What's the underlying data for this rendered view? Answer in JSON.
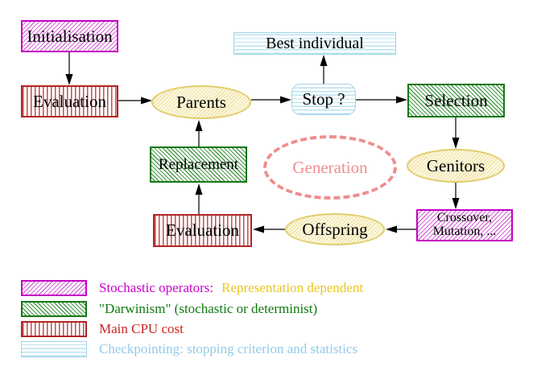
{
  "nodes": {
    "initialisation": "Initialisation",
    "evaluation_top": "Evaluation",
    "parents": "Parents",
    "best_individual": "Best individual",
    "stop": "Stop ?",
    "selection": "Selection",
    "replacement": "Replacement",
    "generation": "Generation",
    "genitors": "Genitors",
    "crossover_line1": "Crossover,",
    "crossover_line2": "Mutation, ...",
    "offspring": "Offspring",
    "evaluation_bottom": "Evaluation"
  },
  "legend": {
    "stochastic_label": "Stochastic operators:",
    "stochastic_note": "Representation dependent",
    "darwinism": "\"Darwinism\" (stochastic or determinist)",
    "cpu": "Main CPU cost",
    "checkpointing": "Checkpointing: stopping criterion and statistics"
  },
  "colors": {
    "magenta": "#c400c4",
    "red": "#b32424",
    "green": "#157815",
    "cyan_border": "#a3d4e6",
    "yellow_border": "#e2cd6c",
    "salmon": "#ef8e8e",
    "magenta_text": "#cc00cc",
    "gold_text": "#e9c71e",
    "green_text": "#0e7a0e",
    "red_text": "#cc2222",
    "cyan_text": "#94cae8",
    "arrow": "#000000"
  }
}
